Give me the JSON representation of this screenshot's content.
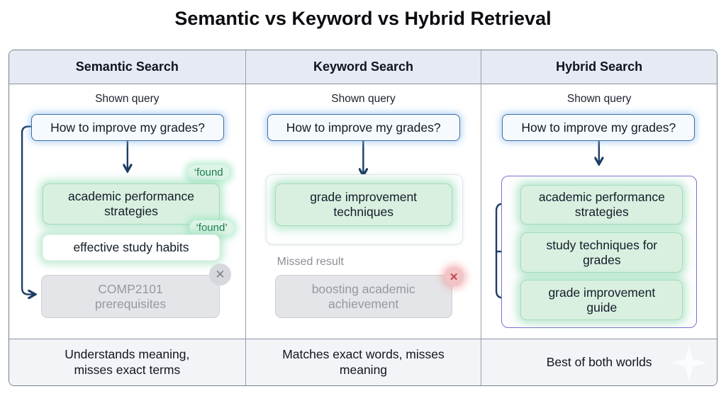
{
  "title": "Semantic vs Keyword vs Hybrid Retrieval",
  "columns": [
    {
      "header": "Semantic Search",
      "query_label": "Shown query",
      "query": "How to improve my grades?",
      "found_label_1": "‘found",
      "result_found_1": "academic performance strategies",
      "found_label_2": "‘found’",
      "result_found_2": "effective study habits",
      "missed_result": "COMP2101 prerequisites",
      "footer": "Understands meaning, misses exact terms"
    },
    {
      "header": "Keyword Search",
      "query_label": "Shown query",
      "query": "How to improve my grades?",
      "result_found": "grade improvement techniques",
      "missed_label": "Missed result",
      "missed_result": "boosting academic achievement",
      "footer": "Matches exact words, misses meaning"
    },
    {
      "header": "Hybrid Search",
      "query_label": "Shown query",
      "query": "How to improve my grades?",
      "results": [
        "academic performance strategies",
        "study techniques for grades",
        "grade improvement guide"
      ],
      "footer": "Best of both worlds"
    }
  ],
  "icons": {
    "missed_x": "✕",
    "sparkle": "✦"
  },
  "colors": {
    "arrow": "#1c3c63",
    "query_border": "#3a6ea5",
    "query_fill": "#f6fafe",
    "green_fill": "#d9f0e1",
    "green_border": "#a6dcb8",
    "found_text": "#1a7a49",
    "gray_fill": "#e4e5e9",
    "gray_text": "#96989f",
    "red_badge": "#c4474b",
    "purple_border": "#7b70d2",
    "header_bg": "#e5eaf3",
    "footer_bg": "#f2f4f8"
  }
}
